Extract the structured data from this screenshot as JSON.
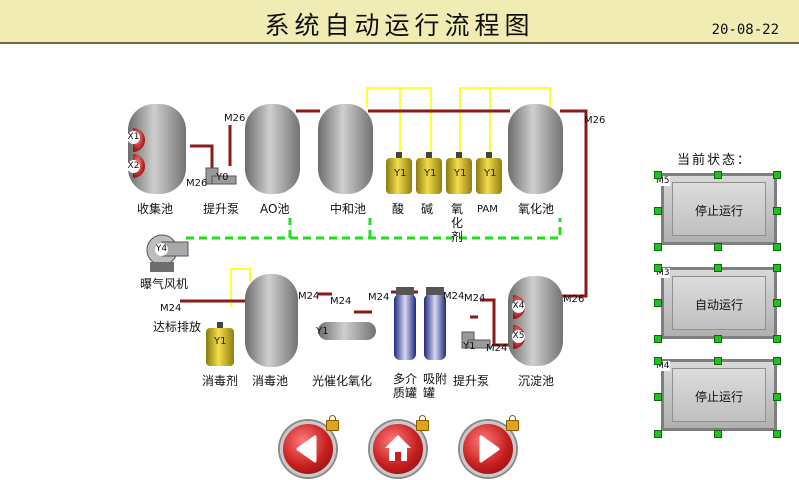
{
  "header": {
    "title": "系统自动运行流程图",
    "date": "20-08-22"
  },
  "equipment": {
    "collection_tank": "收集池",
    "lift_pump_1": "提升泵",
    "ao_tank": "AO池",
    "neutralization_tank": "中和池",
    "acid": "酸",
    "alkali": "碱",
    "oxidant": "氧化剂",
    "pam": "PAM",
    "oxidation_tank": "氧化池",
    "aeration_fan": "曝气风机",
    "discharge": "达标排放",
    "disinfectant": "消毒剂",
    "disinfection_tank": "消毒池",
    "photocatalytic": "光催化氧化",
    "multimedia_tank": "多介质罐",
    "adsorption_tank": "吸附罐",
    "lift_pump_2": "提升泵",
    "sedimentation_tank": "沉淀池"
  },
  "tags": {
    "x1": "X1",
    "x2": "X2",
    "x4": "X4",
    "x5": "X5",
    "y0": "Y0",
    "y1": "Y1",
    "y4": "Y4",
    "m24": "M24",
    "m26": "M26"
  },
  "state_panel": {
    "title": "当前状态：",
    "buttons": [
      {
        "label": "停止运行",
        "tag": "M5"
      },
      {
        "label": "自动运行",
        "tag": "M3"
      },
      {
        "label": "停止运行",
        "tag": "M4"
      }
    ]
  },
  "nav": {
    "prev": "previous-page",
    "home": "home",
    "next": "next-page"
  },
  "colors": {
    "header_bg": "#f1ecb3",
    "pipe_red": "#8b1a1a",
    "air_line": "#22dd22",
    "dosing_line": "#ffff33",
    "button_red": "#c81f1f"
  }
}
